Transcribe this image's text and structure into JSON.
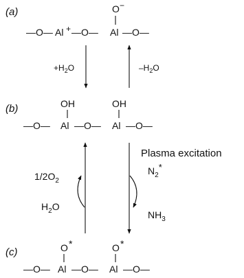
{
  "stages": [
    {
      "label": "(a)",
      "chain": [
        "—O—",
        "Al",
        "+",
        "—O—",
        "Al",
        "—O—"
      ],
      "top": [
        "",
        "O",
        "−"
      ]
    },
    {
      "label": "(b)",
      "chain": [
        "—O—",
        "Al",
        "—O—",
        "Al",
        "—O—"
      ],
      "top": [
        "OH",
        "OH"
      ]
    },
    {
      "label": "(c)",
      "chain": [
        "—O—",
        "Al",
        "—O—",
        "Al",
        "—O—"
      ],
      "top": [
        "O",
        "*",
        "O",
        "*"
      ]
    }
  ],
  "step1": {
    "down": {
      "label": "+H",
      "sub": "2",
      "tail": "O"
    },
    "up": {
      "label": "–H",
      "sub": "2",
      "tail": "O"
    }
  },
  "step2": {
    "title": "Plasma excitation",
    "left_top": {
      "label": "1/2O",
      "sub": "2"
    },
    "left_bottom": {
      "label": "H",
      "sub": "2",
      "tail": "O"
    },
    "right_top": {
      "label": "N",
      "sub": "2",
      "sup": "*"
    },
    "right_bottom": {
      "label": "NH",
      "sub": "3"
    }
  }
}
